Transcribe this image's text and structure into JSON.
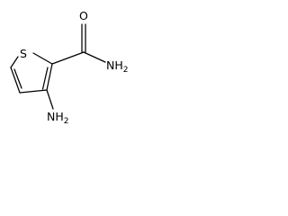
{
  "molecule": {
    "atoms": {
      "sulfur": "S",
      "carbonyl_oxygen": "O",
      "amide_group": {
        "symbol": "NH",
        "subscript": "2"
      },
      "amino_group": {
        "symbol": "NH",
        "subscript": "2"
      }
    }
  }
}
